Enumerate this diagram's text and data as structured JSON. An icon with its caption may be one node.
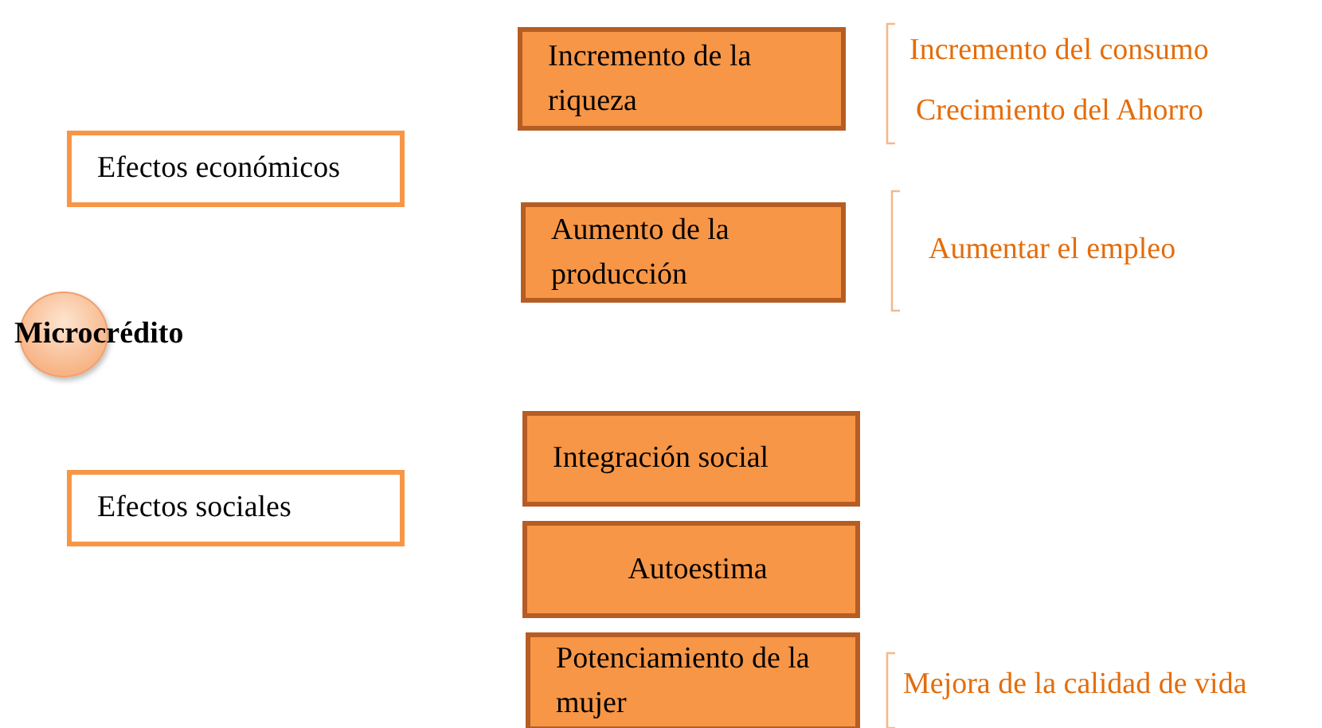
{
  "diagram": {
    "nodes": [
      {
        "text": [
          "Microcrédito"
        ]
      },
      {
        "text": [
          "Efectos económicos"
        ]
      },
      {
        "text": [
          "Efectos sociales"
        ]
      },
      {
        "text": [
          "Incremento de la riqueza"
        ],
        "beside": [
          "Incremento del consumo",
          "Crecimiento del Ahorro"
        ]
      },
      {
        "text": [
          "Aumento de la producción"
        ],
        "beside": [
          "Aumentar el empleo"
        ]
      },
      {
        "text": [
          "Integración social"
        ]
      },
      {
        "text": [
          "Autoestima"
        ]
      },
      {
        "text": [
          "Potenciamiento de la mujer"
        ],
        "beside": [
          "Mejora de la calidad de vida"
        ]
      }
    ],
    "edges": []
  }
}
